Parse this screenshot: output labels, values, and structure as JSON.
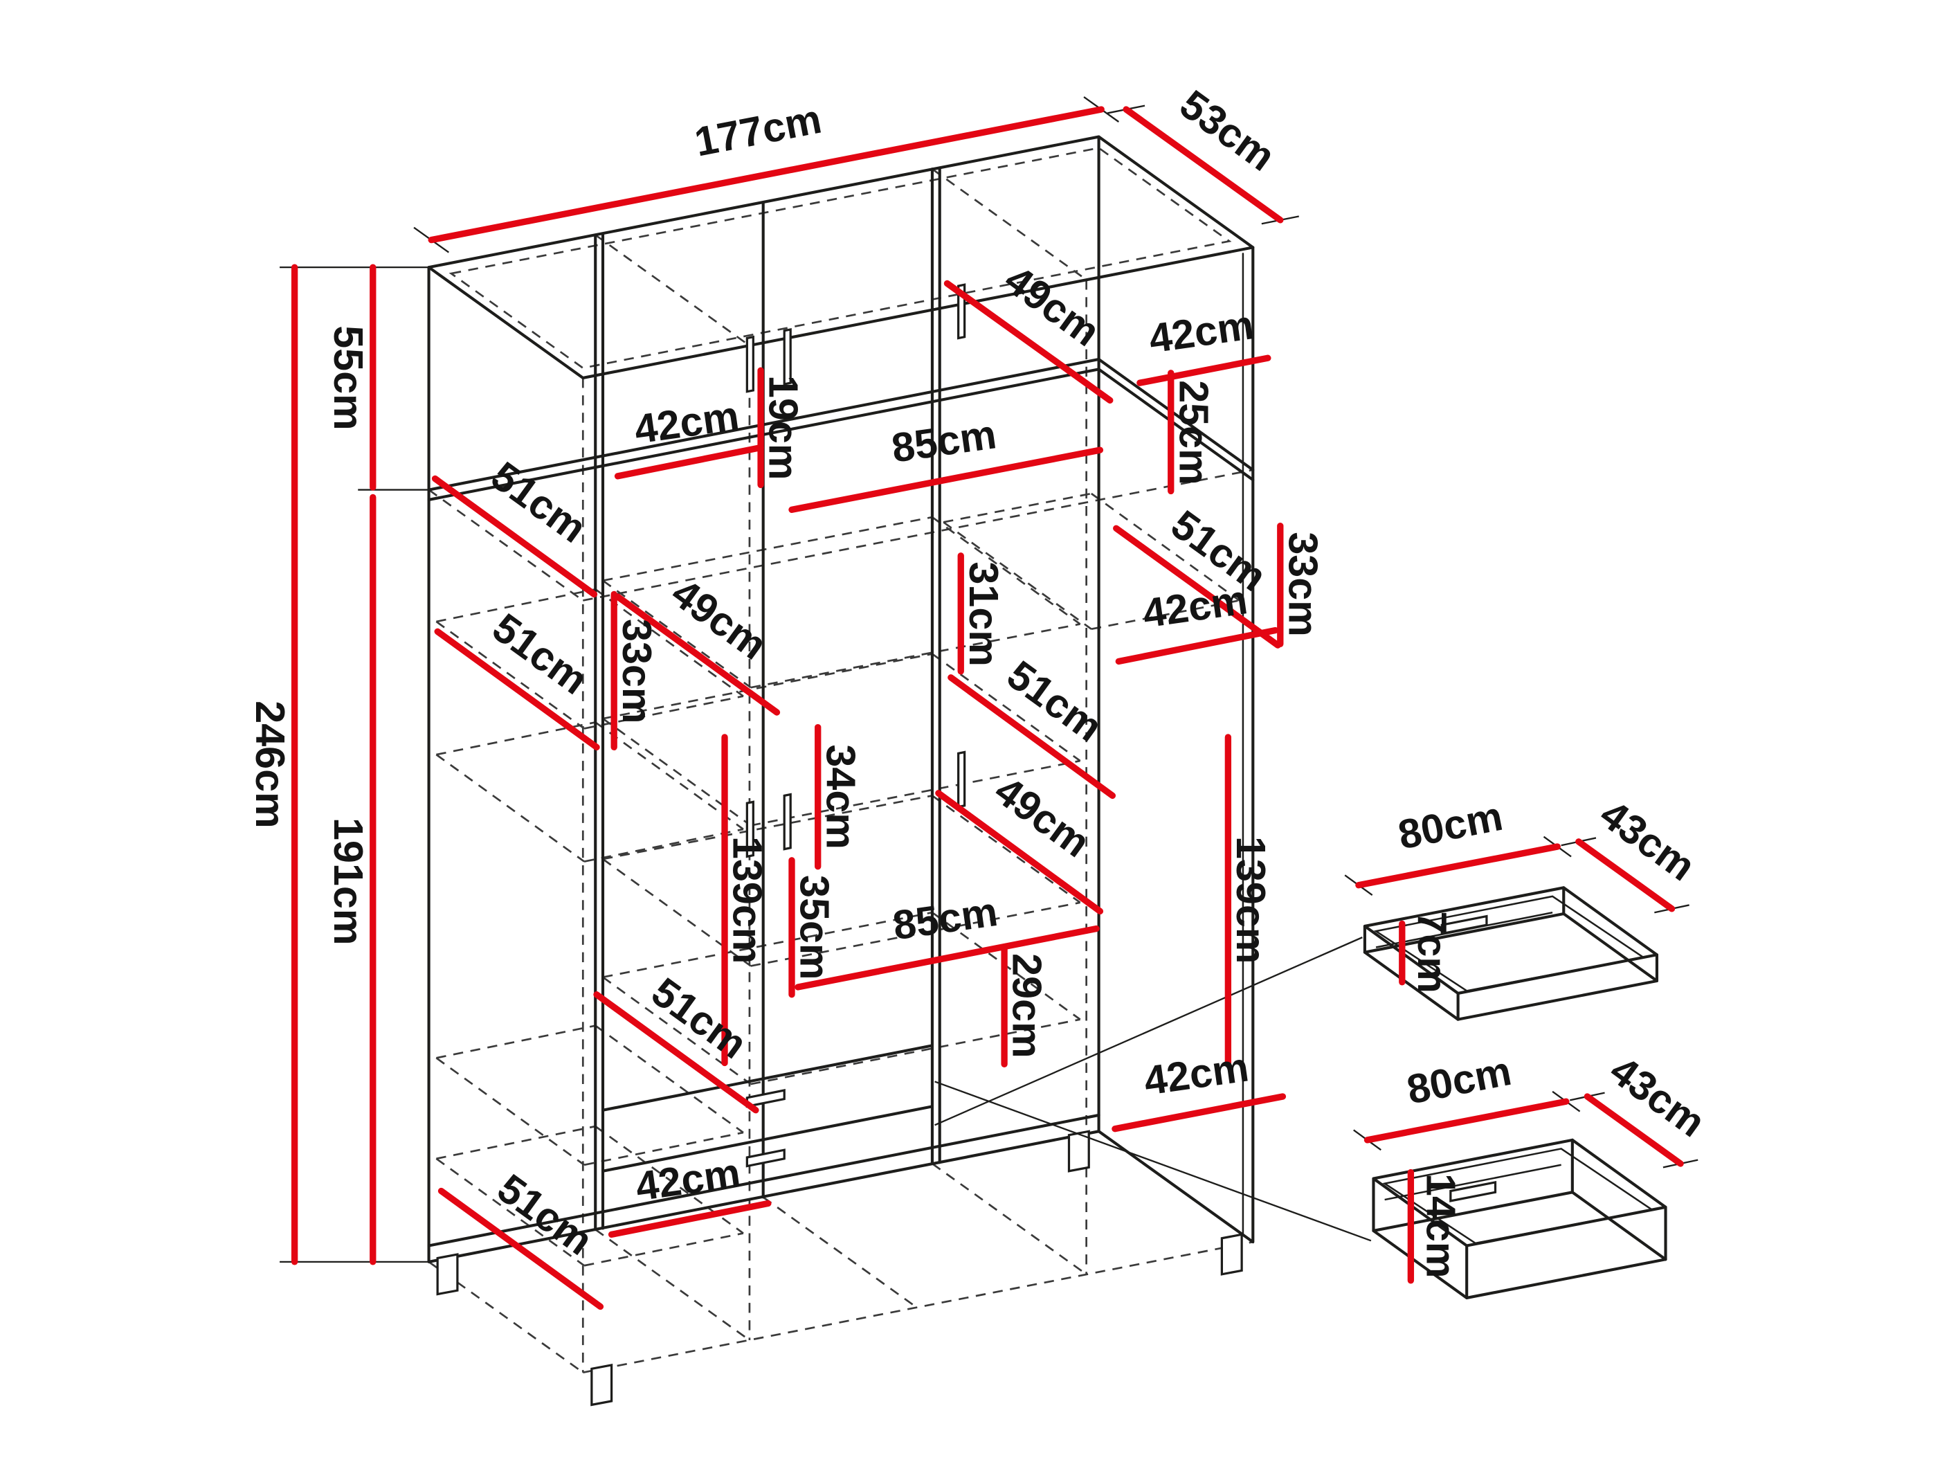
{
  "diagram": {
    "unit": "cm",
    "colors": {
      "dimension": "#e30613",
      "outline": "#1d1d1b",
      "background": "#ffffff"
    },
    "overall_dimensions": {
      "width": "177cm",
      "depth": "53cm",
      "height": "246cm",
      "top_section_height": "55cm",
      "main_section_height": "191cm"
    },
    "drawer_details": {
      "width": "80cm",
      "depth": "43cm",
      "shallow_height": "7cm",
      "deep_height": "14cm"
    }
  },
  "labels": [
    {
      "id": "width-total",
      "text": "177cm"
    },
    {
      "id": "depth-total",
      "text": "53cm"
    },
    {
      "id": "height-top-section",
      "text": "55cm"
    },
    {
      "id": "height-total",
      "text": "246cm"
    },
    {
      "id": "height-main-section",
      "text": "191cm"
    },
    {
      "id": "top-depth-49",
      "text": "49cm"
    },
    {
      "id": "top-right-width-42",
      "text": "42cm"
    },
    {
      "id": "top-height-19",
      "text": "19cm"
    },
    {
      "id": "top-left-width-42",
      "text": "42cm"
    },
    {
      "id": "top-center-width-85",
      "text": "85cm"
    },
    {
      "id": "top-height-25",
      "text": "25cm"
    },
    {
      "id": "top-left-depth-51",
      "text": "51cm"
    },
    {
      "id": "top-right-depth-51",
      "text": "51cm"
    },
    {
      "id": "top-right-height-33",
      "text": "33cm"
    },
    {
      "id": "main-depth-49",
      "text": "49cm"
    },
    {
      "id": "main-height-31",
      "text": "31cm"
    },
    {
      "id": "main-right-width-42",
      "text": "42cm"
    },
    {
      "id": "main-left-depth-51",
      "text": "51cm"
    },
    {
      "id": "main-left-height-33",
      "text": "33cm"
    },
    {
      "id": "main-center-depth-51",
      "text": "51cm"
    },
    {
      "id": "main-height-34",
      "text": "34cm"
    },
    {
      "id": "main-left-height-139",
      "text": "139cm"
    },
    {
      "id": "main-height-35",
      "text": "35cm"
    },
    {
      "id": "main-center-depth-49",
      "text": "49cm"
    },
    {
      "id": "main-center-width-85",
      "text": "85cm"
    },
    {
      "id": "main-height-29",
      "text": "29cm"
    },
    {
      "id": "main-right-height-139",
      "text": "139cm"
    },
    {
      "id": "bottom-inner-depth-51",
      "text": "51cm"
    },
    {
      "id": "bottom-right-width-42",
      "text": "42cm"
    },
    {
      "id": "bottom-left-width-42",
      "text": "42cm"
    },
    {
      "id": "bottom-left-depth-51",
      "text": "51cm"
    },
    {
      "id": "drawer1-width-80",
      "text": "80cm"
    },
    {
      "id": "drawer1-depth-43",
      "text": "43cm"
    },
    {
      "id": "drawer1-height-7",
      "text": "7cm"
    },
    {
      "id": "drawer2-width-80",
      "text": "80cm"
    },
    {
      "id": "drawer2-depth-43",
      "text": "43cm"
    },
    {
      "id": "drawer2-height-14",
      "text": "14cm"
    }
  ]
}
